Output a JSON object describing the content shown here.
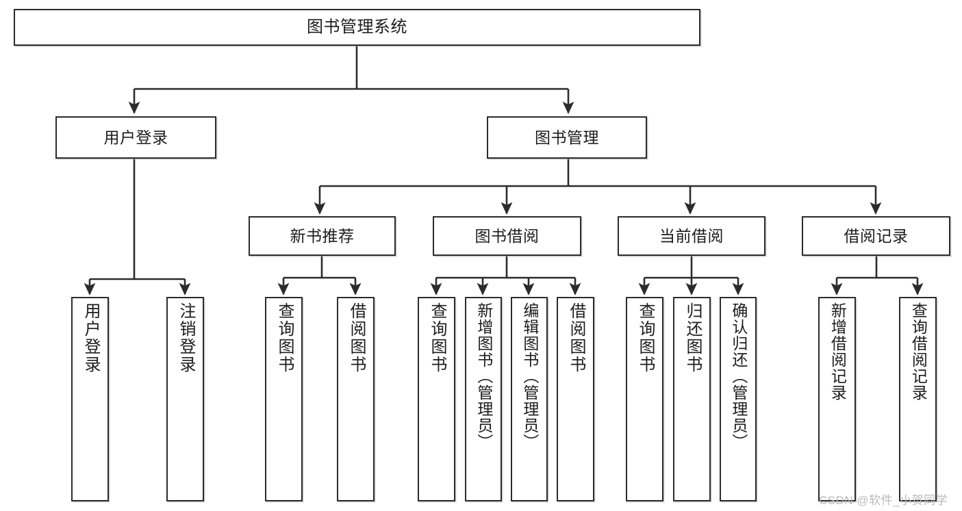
{
  "diagram": {
    "title": "图书管理系统",
    "type": "tree-hierarchy-chart",
    "background": "#ffffff",
    "line_color": "#2b2b2b",
    "box_fill": "#ffffff",
    "levels": {
      "root": {
        "label": "图书管理系统"
      },
      "level2": [
        {
          "label": "用户登录"
        },
        {
          "label": "图书管理"
        }
      ],
      "level3": [
        {
          "label": "新书推荐"
        },
        {
          "label": "图书借阅"
        },
        {
          "label": "当前借阅"
        },
        {
          "label": "借阅记录"
        }
      ],
      "leaves": {
        "user_login": [
          {
            "label": "用户登录"
          },
          {
            "label": "注销登录"
          }
        ],
        "new_book_recommend": [
          {
            "label": "查询图书"
          },
          {
            "label": "借阅图书"
          }
        ],
        "book_borrow": [
          {
            "label": "查询图书"
          },
          {
            "label": "新增图书（管理员）"
          },
          {
            "label": "编辑图书（管理员）"
          },
          {
            "label": "借阅图书"
          }
        ],
        "current_borrow": [
          {
            "label": "查询图书"
          },
          {
            "label": "归还图书"
          },
          {
            "label": "确认归还（管理员）"
          }
        ],
        "borrow_record": [
          {
            "label": "新增借阅记录"
          },
          {
            "label": "查询借阅记录"
          }
        ]
      }
    }
  },
  "watermark": {
    "text": "CSDN @软件_小贺同学"
  }
}
